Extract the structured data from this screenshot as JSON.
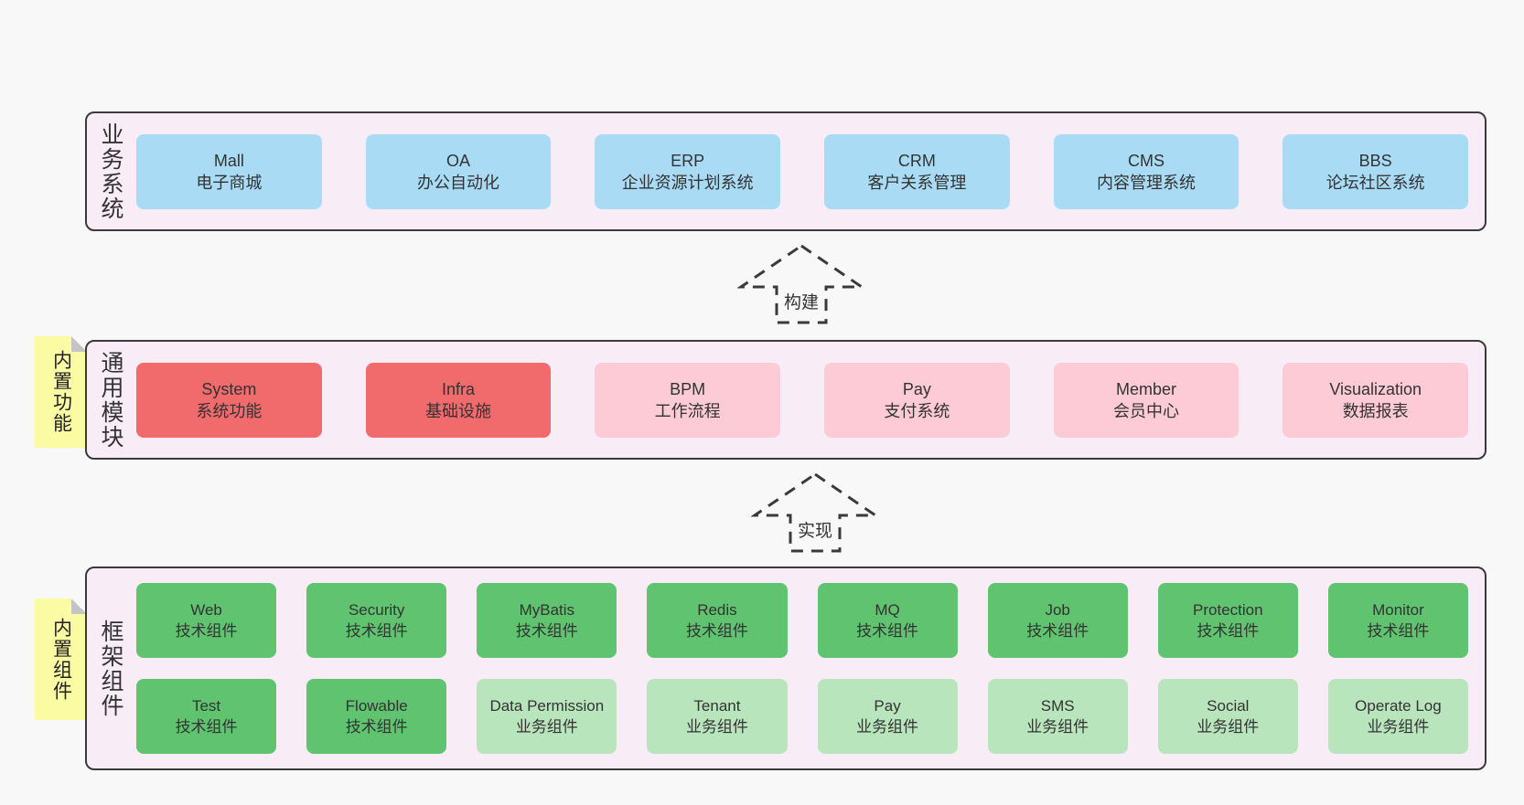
{
  "colors": {
    "blue": "#a9dbf5",
    "red": "#f16a6c",
    "pink": "#fccbd6",
    "green": "#5fc36f",
    "green-light": "#b9e5bd",
    "band-bg": "#f8edf7",
    "sticky": "#fafba3",
    "page-bg": "#f8f8f8",
    "border": "#3a3a3a",
    "text": "#333333"
  },
  "bands": [
    {
      "label": "业务系统",
      "rows": [
        [
          {
            "name": "Mall",
            "sub": "电子商城",
            "variant": "blue"
          },
          {
            "name": "OA",
            "sub": "办公自动化",
            "variant": "blue"
          },
          {
            "name": "ERP",
            "sub": "企业资源计划系统",
            "variant": "blue"
          },
          {
            "name": "CRM",
            "sub": "客户关系管理",
            "variant": "blue"
          },
          {
            "name": "CMS",
            "sub": "内容管理系统",
            "variant": "blue"
          },
          {
            "name": "BBS",
            "sub": "论坛社区系统",
            "variant": "blue"
          }
        ]
      ]
    },
    {
      "label": "通用模块",
      "note": "内置功能",
      "rows": [
        [
          {
            "name": "System",
            "sub": "系统功能",
            "variant": "red"
          },
          {
            "name": "Infra",
            "sub": "基础设施",
            "variant": "red"
          },
          {
            "name": "BPM",
            "sub": "工作流程",
            "variant": "pink"
          },
          {
            "name": "Pay",
            "sub": "支付系统",
            "variant": "pink"
          },
          {
            "name": "Member",
            "sub": "会员中心",
            "variant": "pink"
          },
          {
            "name": "Visualization",
            "sub": "数据报表",
            "variant": "pink"
          }
        ]
      ]
    },
    {
      "label": "框架组件",
      "note": "内置组件",
      "rows": [
        [
          {
            "name": "Web",
            "sub": "技术组件",
            "variant": "green"
          },
          {
            "name": "Security",
            "sub": "技术组件",
            "variant": "green"
          },
          {
            "name": "MyBatis",
            "sub": "技术组件",
            "variant": "green"
          },
          {
            "name": "Redis",
            "sub": "技术组件",
            "variant": "green"
          },
          {
            "name": "MQ",
            "sub": "技术组件",
            "variant": "green"
          },
          {
            "name": "Job",
            "sub": "技术组件",
            "variant": "green"
          },
          {
            "name": "Protection",
            "sub": "技术组件",
            "variant": "green"
          },
          {
            "name": "Monitor",
            "sub": "技术组件",
            "variant": "green"
          }
        ],
        [
          {
            "name": "Test",
            "sub": "技术组件",
            "variant": "green"
          },
          {
            "name": "Flowable",
            "sub": "技术组件",
            "variant": "green"
          },
          {
            "name": "Data Permission",
            "sub": "业务组件",
            "variant": "green-light"
          },
          {
            "name": "Tenant",
            "sub": "业务组件",
            "variant": "green-light"
          },
          {
            "name": "Pay",
            "sub": "业务组件",
            "variant": "green-light"
          },
          {
            "name": "SMS",
            "sub": "业务组件",
            "variant": "green-light"
          },
          {
            "name": "Social",
            "sub": "业务组件",
            "variant": "green-light"
          },
          {
            "name": "Operate Log",
            "sub": "业务组件",
            "variant": "green-light"
          }
        ]
      ]
    }
  ],
  "arrows": [
    {
      "label": "构建"
    },
    {
      "label": "实现"
    }
  ]
}
